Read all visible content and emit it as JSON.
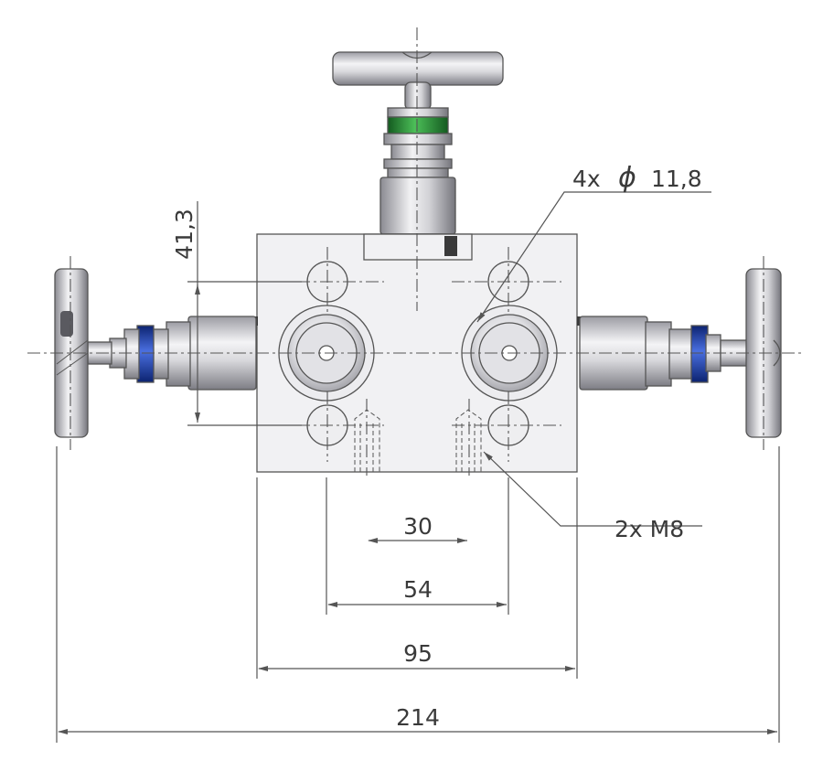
{
  "dimensions": {
    "height_41_3": "41,3",
    "hole_callout": "4x",
    "hole_symbol": "ϕ",
    "hole_diameter": "11,8",
    "thread_callout": "2x M8",
    "span_30": "30",
    "span_54": "54",
    "span_95": "95",
    "span_214": "214"
  },
  "colors": {
    "body_fill": "#f1f1f3",
    "seal_green": "#2f8a3a",
    "seal_blue": "#1f3fa8",
    "line": "#555555",
    "text": "#3a3a3a"
  }
}
